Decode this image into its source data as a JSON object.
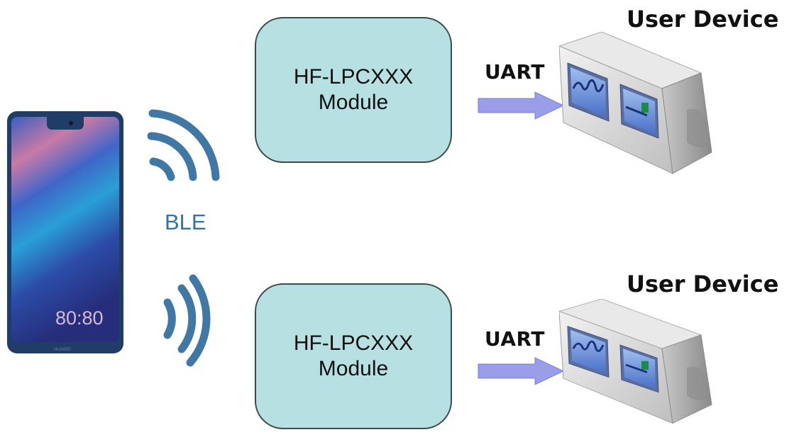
{
  "modules": [
    {
      "line1": "HF-LPCXXX",
      "line2": "Module"
    },
    {
      "line1": "HF-LPCXXX",
      "line2": "Module"
    }
  ],
  "interfaces": [
    {
      "label": "UART"
    },
    {
      "label": "UART"
    }
  ],
  "devices": [
    {
      "label": "User Device"
    },
    {
      "label": "User Device"
    }
  ],
  "wireless": {
    "label": "BLE"
  },
  "phone": {
    "clock": "80:80"
  },
  "colors": {
    "module_fill": "#b7e0e2",
    "signal": "#3f78a4",
    "arrow": "#9a9de8",
    "ble_text": "#2f73a8"
  }
}
